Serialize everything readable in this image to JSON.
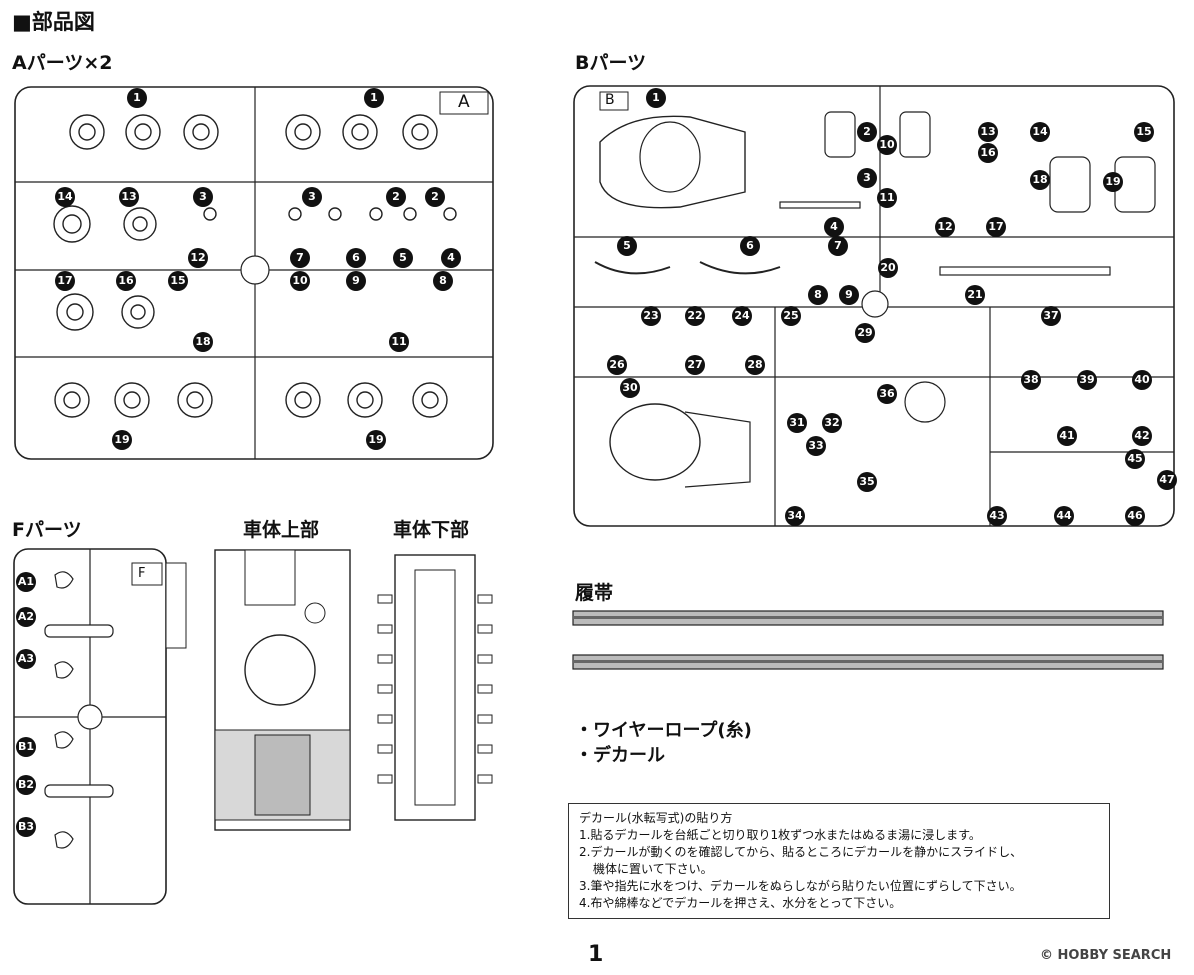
{
  "page_title": "■部品図",
  "sections": {
    "a_parts": "Aパーツ×2",
    "b_parts": "Bパーツ",
    "f_parts": "Fパーツ",
    "upper_hull": "車体上部",
    "lower_hull": "車体下部",
    "tracks": "履帯"
  },
  "sprue_tags": {
    "a": "A",
    "b": "B",
    "f": "F"
  },
  "a_numbers": [
    "1",
    "1",
    "14",
    "13",
    "3",
    "3",
    "2",
    "2",
    "12",
    "7",
    "6",
    "5",
    "4",
    "17",
    "16",
    "15",
    "10",
    "9",
    "8",
    "18",
    "11",
    "19",
    "19"
  ],
  "b_numbers": [
    "1",
    "2",
    "10",
    "13",
    "14",
    "15",
    "16",
    "3",
    "11",
    "18",
    "19",
    "12",
    "17",
    "4",
    "5",
    "6",
    "7",
    "20",
    "21",
    "8",
    "9",
    "23",
    "22",
    "24",
    "25",
    "29",
    "37",
    "26",
    "27",
    "28",
    "30",
    "36",
    "38",
    "39",
    "40",
    "31",
    "32",
    "41",
    "42",
    "33",
    "45",
    "47",
    "35",
    "34",
    "43",
    "44",
    "46"
  ],
  "f_numbers": [
    "A1",
    "A2",
    "A3",
    "B1",
    "B2",
    "B3"
  ],
  "other_items": [
    "・ワイヤーロープ(糸)",
    "・デカール"
  ],
  "decal_instructions": {
    "title": "デカール(水転写式)の貼り方",
    "steps": [
      "1.貼るデカールを台紙ごと切り取り1枚ずつ水またはぬるま湯に浸します。",
      "2.デカールが動くのを確認してから、貼るところにデカールを静かにスライドし、",
      "機体に置いて下さい。",
      "3.筆や指先に水をつけ、デカールをぬらしながら貼りたい位置にずらして下さい。",
      "4.布や綿棒などでデカールを押さえ、水分をとって下さい。"
    ]
  },
  "page_number": "1",
  "watermark": "© HOBBY SEARCH"
}
